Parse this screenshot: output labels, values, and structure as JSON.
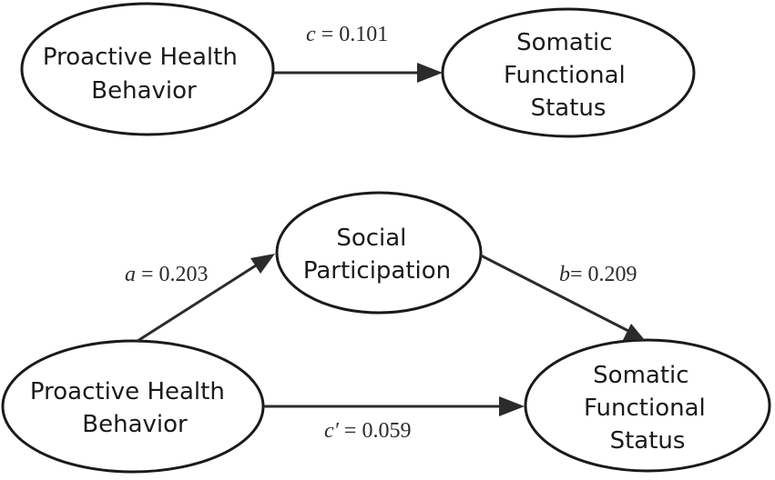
{
  "top_model": {
    "predictor": {
      "lines": [
        "Proactive Health",
        "Behavior"
      ]
    },
    "outcome": {
      "lines": [
        "Somatic",
        "Functional",
        "Status"
      ]
    },
    "path_c": {
      "symbol": "c",
      "text": " = 0.101"
    }
  },
  "mediation_model": {
    "predictor": {
      "lines": [
        "Proactive Health",
        "Behavior"
      ]
    },
    "mediator": {
      "lines": [
        "Social",
        "Participation"
      ]
    },
    "outcome": {
      "lines": [
        "Somatic",
        "Functional",
        "Status"
      ]
    },
    "path_a": {
      "symbol": "a",
      "text": " = 0.203"
    },
    "path_b": {
      "symbol": "b",
      "text": "= 0.209"
    },
    "path_c_prime": {
      "symbol": "c′",
      "text": " = 0.059"
    }
  },
  "colors": {
    "stroke": "#1a1a1a",
    "arrow": "#2b2b2b",
    "background": "#ffffff"
  }
}
